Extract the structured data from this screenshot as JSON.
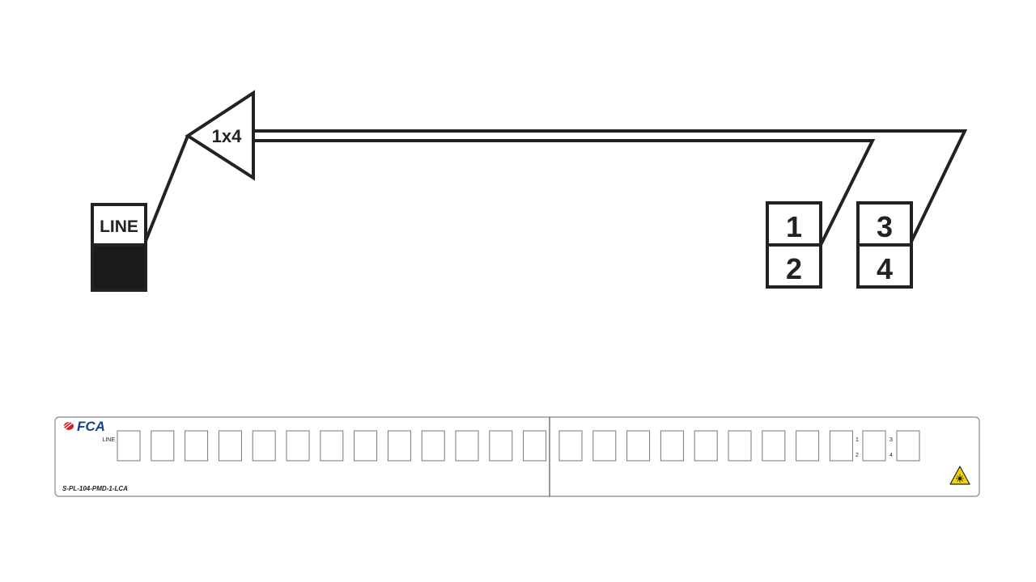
{
  "diagram": {
    "splitter_label": "1x4",
    "line_label": "LINE",
    "ports": [
      "1",
      "2",
      "3",
      "4"
    ]
  },
  "panel": {
    "brand": "FCA",
    "line_label": "LINE",
    "port_labels_left": [
      "1",
      "2"
    ],
    "port_labels_right": [
      "3",
      "4"
    ],
    "model": "S-PL-104-PMD-1-LCA",
    "warning_icon": "laser-warning-icon",
    "colors": {
      "brand": "#1a3f8f",
      "logo_accent": "#d0202a",
      "warning": "#f2d500"
    }
  }
}
